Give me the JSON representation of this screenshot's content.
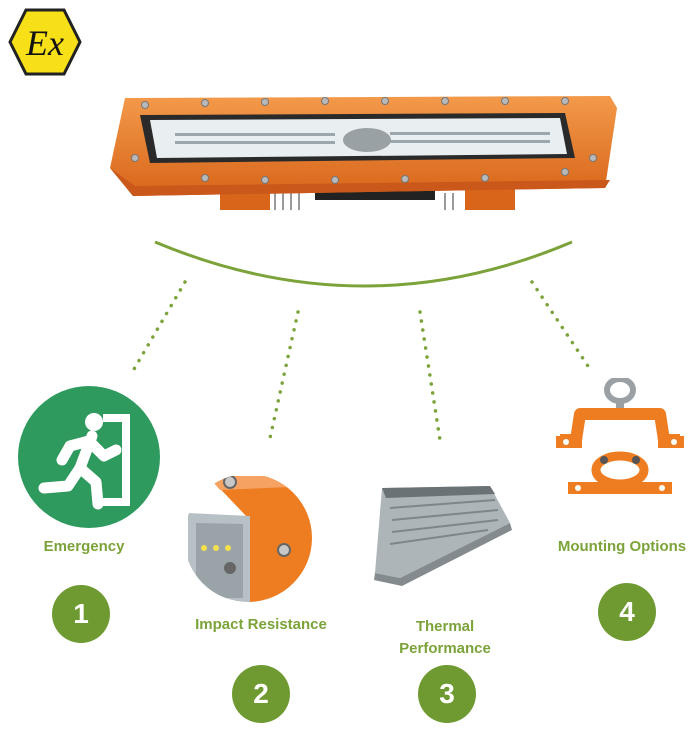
{
  "logo": {
    "text": "Ex",
    "color": "#f7e017"
  },
  "features": [
    {
      "label": "Emergency",
      "number": "1"
    },
    {
      "label": "Impact Resistance",
      "number": "2"
    },
    {
      "label": "Thermal Performance",
      "line1": "Thermal",
      "line2": "Performance",
      "number": "3"
    },
    {
      "label": "Mounting Options",
      "number": "4"
    }
  ],
  "colors": {
    "accent_green": "#6f9a32",
    "label_green": "#7ca33a",
    "fixture_orange": "#ee7d22",
    "exit_sign_green": "#2e9a5e"
  },
  "icons": [
    "ex-atex-icon",
    "emergency-exit-icon"
  ]
}
